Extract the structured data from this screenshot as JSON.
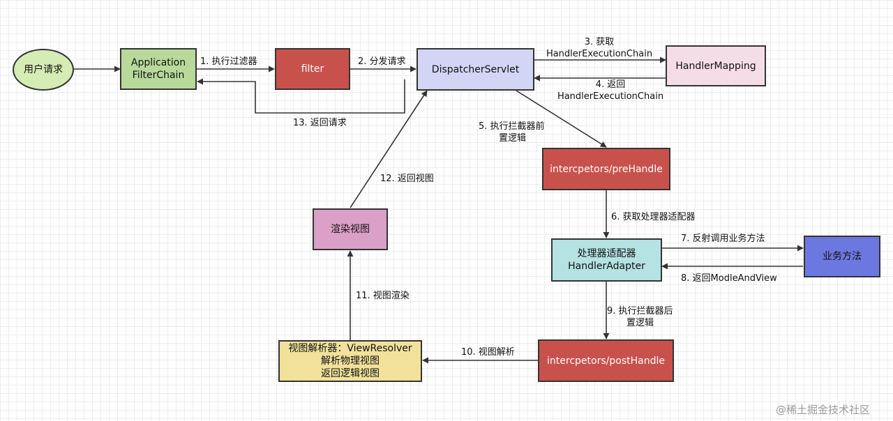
{
  "colors": {
    "green_oval": "#d5ecb4",
    "green_box": "#b8d99a",
    "red_box": "#c9514c",
    "lavender_box": "#d2d5f3",
    "pink_box": "#f5dde7",
    "mauve_box": "#dba0c7",
    "teal_box": "#b5e2e2",
    "blue_box": "#6b78e0",
    "yellow_box": "#f1e19b",
    "line": "#333333"
  },
  "nodes": {
    "user_request": {
      "lines": [
        "用户请求"
      ]
    },
    "filter_chain": {
      "lines": [
        "Application",
        "FilterChain"
      ]
    },
    "filter": {
      "lines": [
        "filter"
      ]
    },
    "dispatcher": {
      "lines": [
        "DispatcherServlet"
      ]
    },
    "handler_mapping": {
      "lines": [
        "HandlerMapping"
      ]
    },
    "prehandle": {
      "lines": [
        "intercpetors/preHandle"
      ]
    },
    "handler_adapter": {
      "lines": [
        "处理器适配器",
        "HandlerAdapter"
      ]
    },
    "business_method": {
      "lines": [
        "业务方法"
      ]
    },
    "posthandle": {
      "lines": [
        "intercpetors/postHandle"
      ]
    },
    "view_resolver": {
      "lines": [
        "视图解析器：ViewResolver",
        "解析物理视图",
        "返回逻辑视图"
      ]
    },
    "render_view": {
      "lines": [
        "渲染视图"
      ]
    }
  },
  "edges": {
    "e1": {
      "lines": [
        "1. 执行过滤器"
      ]
    },
    "e2": {
      "lines": [
        "2. 分发请求"
      ]
    },
    "e3": {
      "lines": [
        "3. 获取",
        "HandlerExecutionChain"
      ]
    },
    "e4": {
      "lines": [
        "4. 返回",
        "HandlerExecutionChain"
      ]
    },
    "e5": {
      "lines": [
        "5. 执行拦截器前",
        "置逻辑"
      ]
    },
    "e6": {
      "lines": [
        "6. 获取处理器适配器"
      ]
    },
    "e7": {
      "lines": [
        "7. 反射调用业务方法"
      ]
    },
    "e8": {
      "lines": [
        "8. 返回ModleAndView"
      ]
    },
    "e9": {
      "lines": [
        "9. 执行拦截器后",
        "置逻辑"
      ]
    },
    "e10": {
      "lines": [
        "10. 视图解析"
      ]
    },
    "e11": {
      "lines": [
        "11. 视图渲染"
      ]
    },
    "e12": {
      "lines": [
        "12. 返回视图"
      ]
    },
    "e13": {
      "lines": [
        "13. 返回请求"
      ]
    }
  },
  "watermark": "@稀土掘金技术社区"
}
